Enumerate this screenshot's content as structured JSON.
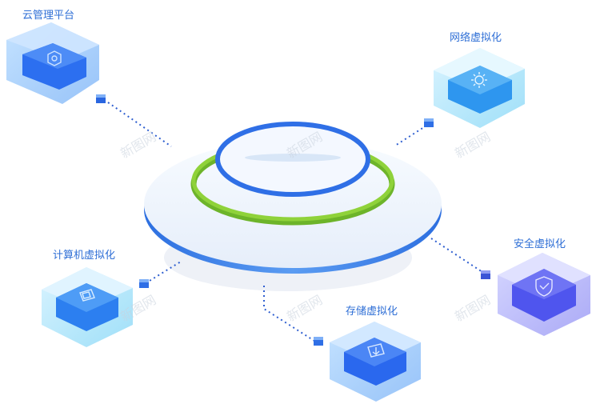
{
  "nodes": [
    {
      "id": "cloud",
      "label": "云管理平台",
      "icon": "cloud-platform-icon",
      "tone": "blue"
    },
    {
      "id": "network",
      "label": "网络虚拟化",
      "icon": "network-icon",
      "tone": "cyan"
    },
    {
      "id": "compute",
      "label": "计算机虚拟化",
      "icon": "compute-icon",
      "tone": "blue"
    },
    {
      "id": "storage",
      "label": "存储虚拟化",
      "icon": "storage-icon",
      "tone": "blue"
    },
    {
      "id": "security",
      "label": "安全虚拟化",
      "icon": "shield-icon",
      "tone": "purple"
    }
  ],
  "watermark": "新图网",
  "colors": {
    "accent_blue": "#2f6fe6",
    "ring_green": "#7cc22e",
    "ring_blue": "#3a7bea",
    "cube_cyan": "#7fd3f5",
    "cube_purple": "#8f8cf2"
  }
}
